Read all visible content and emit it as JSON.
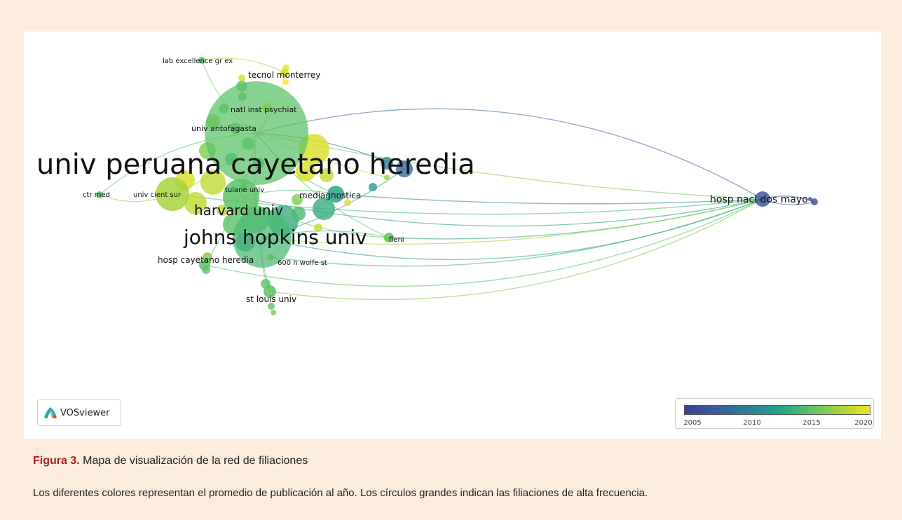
{
  "legend": {
    "ticks": [
      "2005",
      "2010",
      "2015",
      "2020"
    ]
  },
  "brand": {
    "name": "VOSviewer"
  },
  "caption": {
    "figure_label": "Figura 3.",
    "title": "Mapa de visualización de la red de filiaciones",
    "body": "Los diferentes colores representan el promedio de publicación al año. Los círculos grandes indican las filiaciones de alta frecuencia."
  },
  "nodes": [
    {
      "id": "upch",
      "label": "univ peruana cayetano heredia",
      "year": 2016
    },
    {
      "id": "harvard",
      "label": "harvard univ",
      "year": 2016
    },
    {
      "id": "jhu",
      "label": "johns hopkins univ",
      "year": 2015
    },
    {
      "id": "hndm",
      "label": "hosp nacl dos mayo",
      "year": 2007
    },
    {
      "id": "hch",
      "label": "hosp cayetano heredia",
      "year": 2016
    },
    {
      "id": "slu",
      "label": "st louis univ",
      "year": 2016
    },
    {
      "id": "tecmon",
      "label": "tecnol monterrey",
      "year": 2020
    },
    {
      "id": "labex",
      "label": "lab excellence gr ex",
      "year": 2016
    },
    {
      "id": "nip",
      "label": "natl inst psychiat",
      "year": 2017
    },
    {
      "id": "uantof",
      "label": "univ antofagasta",
      "year": 2016
    },
    {
      "id": "tulane",
      "label": "tulane univ",
      "year": 2016
    },
    {
      "id": "ucsur",
      "label": "univ cient sur",
      "year": 2018
    },
    {
      "id": "ctrmed",
      "label": "ctr med",
      "year": 2016
    },
    {
      "id": "medx",
      "label": "mediagnostica",
      "year": 2013
    },
    {
      "id": "fleni",
      "label": "fleni",
      "year": 2016
    },
    {
      "id": "nwolfe",
      "label": "600 n wolfe st",
      "year": 2016
    }
  ]
}
